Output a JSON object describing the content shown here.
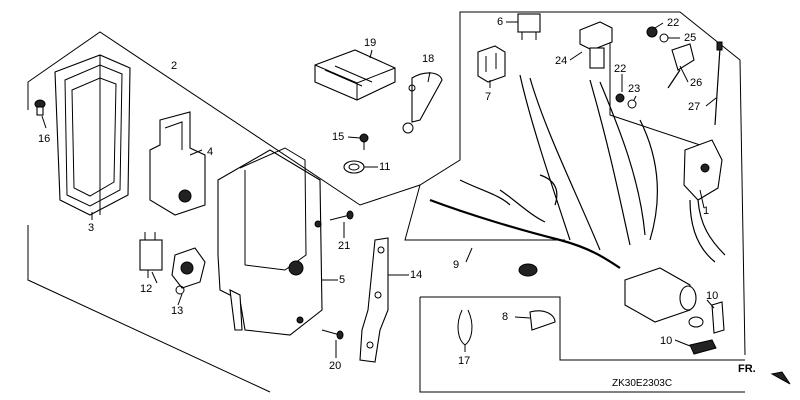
{
  "diagram_code": "ZK30E2303C",
  "direction_label": "FR.",
  "callouts": [
    {
      "id": "c1",
      "text": "1"
    },
    {
      "id": "c2",
      "text": "2"
    },
    {
      "id": "c3",
      "text": "3"
    },
    {
      "id": "c4",
      "text": "4"
    },
    {
      "id": "c5",
      "text": "5"
    },
    {
      "id": "c6",
      "text": "6"
    },
    {
      "id": "c7",
      "text": "7"
    },
    {
      "id": "c8",
      "text": "8"
    },
    {
      "id": "c9",
      "text": "9"
    },
    {
      "id": "c10a",
      "text": "10"
    },
    {
      "id": "c10b",
      "text": "10"
    },
    {
      "id": "c11",
      "text": "11"
    },
    {
      "id": "c12",
      "text": "12"
    },
    {
      "id": "c13",
      "text": "13"
    },
    {
      "id": "c14",
      "text": "14"
    },
    {
      "id": "c15",
      "text": "15"
    },
    {
      "id": "c16",
      "text": "16"
    },
    {
      "id": "c17",
      "text": "17"
    },
    {
      "id": "c18",
      "text": "18"
    },
    {
      "id": "c19",
      "text": "19"
    },
    {
      "id": "c20",
      "text": "20"
    },
    {
      "id": "c21",
      "text": "21"
    },
    {
      "id": "c22a",
      "text": "22"
    },
    {
      "id": "c22b",
      "text": "22"
    },
    {
      "id": "c23",
      "text": "23"
    },
    {
      "id": "c24",
      "text": "24"
    },
    {
      "id": "c25",
      "text": "25"
    },
    {
      "id": "c26",
      "text": "26"
    },
    {
      "id": "c27",
      "text": "27"
    }
  ]
}
